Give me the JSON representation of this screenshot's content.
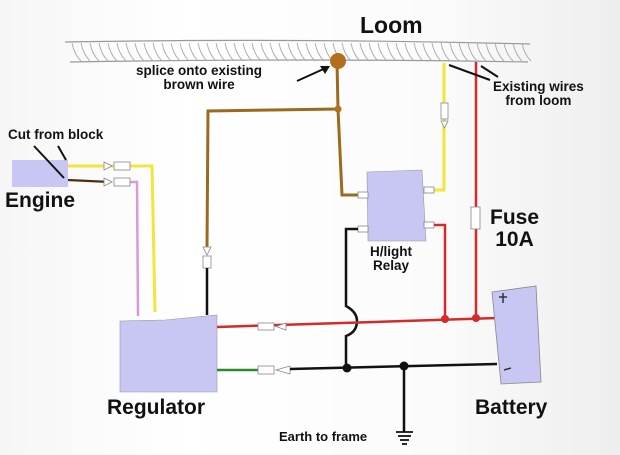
{
  "diagram": {
    "title": "Loom",
    "components": {
      "engine": {
        "label": "Engine"
      },
      "regulator": {
        "label": "Regulator"
      },
      "relay": {
        "label_line1": "H/light",
        "label_line2": "Relay"
      },
      "battery": {
        "label": "Battery",
        "plus": "+",
        "minus": "-"
      },
      "fuse": {
        "label_line1": "Fuse",
        "label_line2": "10A"
      }
    },
    "annotations": {
      "cut": "Cut from block",
      "splice_line1": "splice onto existing",
      "splice_line2": "brown wire",
      "existing_line1": "Existing wires",
      "existing_line2": "from loom",
      "earth": "Earth to frame"
    },
    "wire_colors": {
      "yellow": "#f2e63a",
      "brown": "#9b6a1e",
      "pink": "#d99ad6",
      "red": "#d42a2a",
      "black": "#111111",
      "green": "#2b8a2b"
    },
    "component_fill": "#c8c6f2"
  }
}
